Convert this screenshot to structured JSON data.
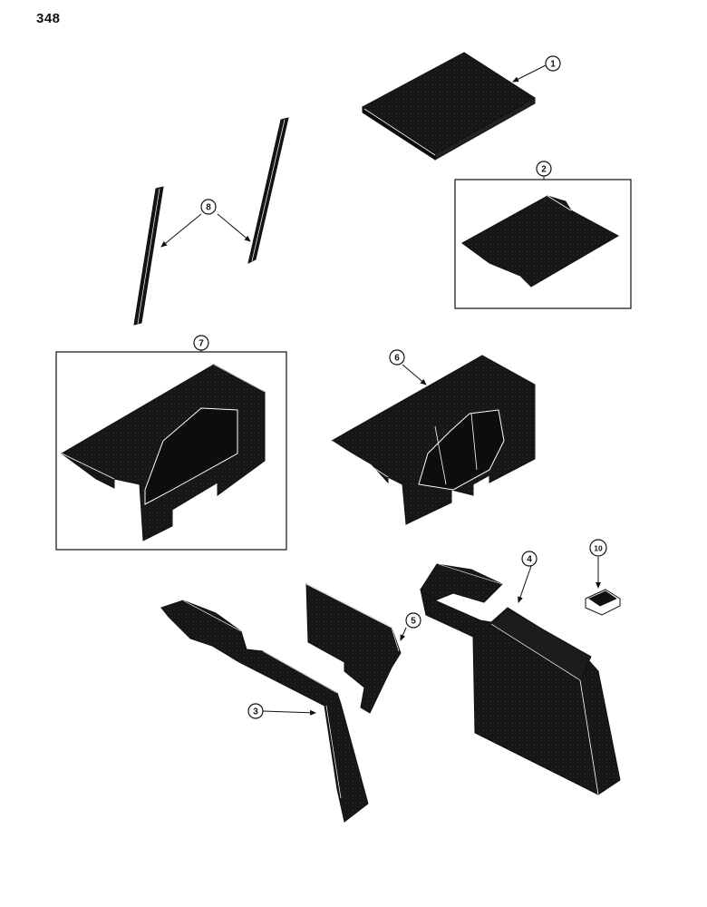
{
  "page_number": "348",
  "callouts": {
    "c1": "1",
    "c2": "2",
    "c3": "3",
    "c4": "4",
    "c5": "5",
    "c6": "6",
    "c7": "7",
    "c8": "8",
    "c10": "10"
  },
  "colors": {
    "part_fill": "#141414",
    "edge_light": "#ffffff",
    "line": "#111111"
  }
}
